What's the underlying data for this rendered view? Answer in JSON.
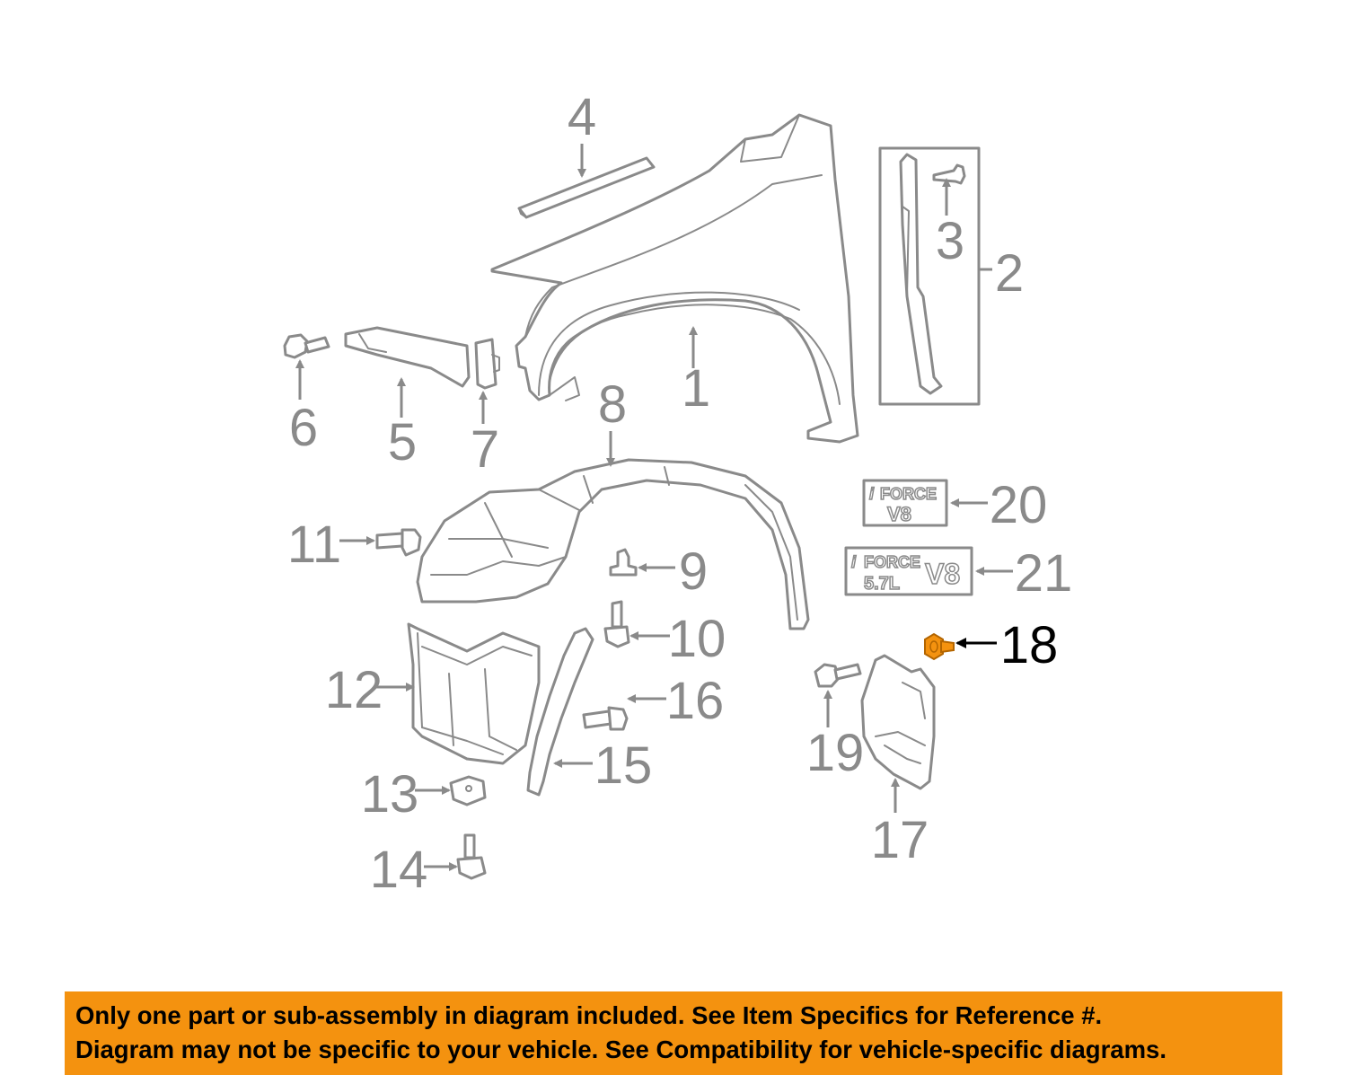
{
  "callouts": {
    "c1": "1",
    "c2": "2",
    "c3": "3",
    "c4": "4",
    "c5": "5",
    "c6": "6",
    "c7": "7",
    "c8": "8",
    "c9": "9",
    "c10": "10",
    "c11": "11",
    "c12": "12",
    "c13": "13",
    "c14": "14",
    "c15": "15",
    "c16": "16",
    "c17": "17",
    "c18": "18",
    "c19": "19",
    "c20": "20",
    "c21": "21"
  },
  "highlighted_part": "18",
  "emblem_20": {
    "brand": "FORCE",
    "prefix": "i",
    "engine": "V8"
  },
  "emblem_21": {
    "brand": "FORCE",
    "prefix": "i",
    "displacement": "5.7L",
    "engine": "V8"
  },
  "banner": {
    "line1": "Only one part or sub-assembly in diagram included. See Item Specifics for Reference #.",
    "line2": "Diagram may not be specific to your vehicle. See Compatibility for vehicle-specific diagrams."
  },
  "colors": {
    "line": "#8a8a8a",
    "highlight": "#f4920f",
    "banner": "#f4920f"
  }
}
